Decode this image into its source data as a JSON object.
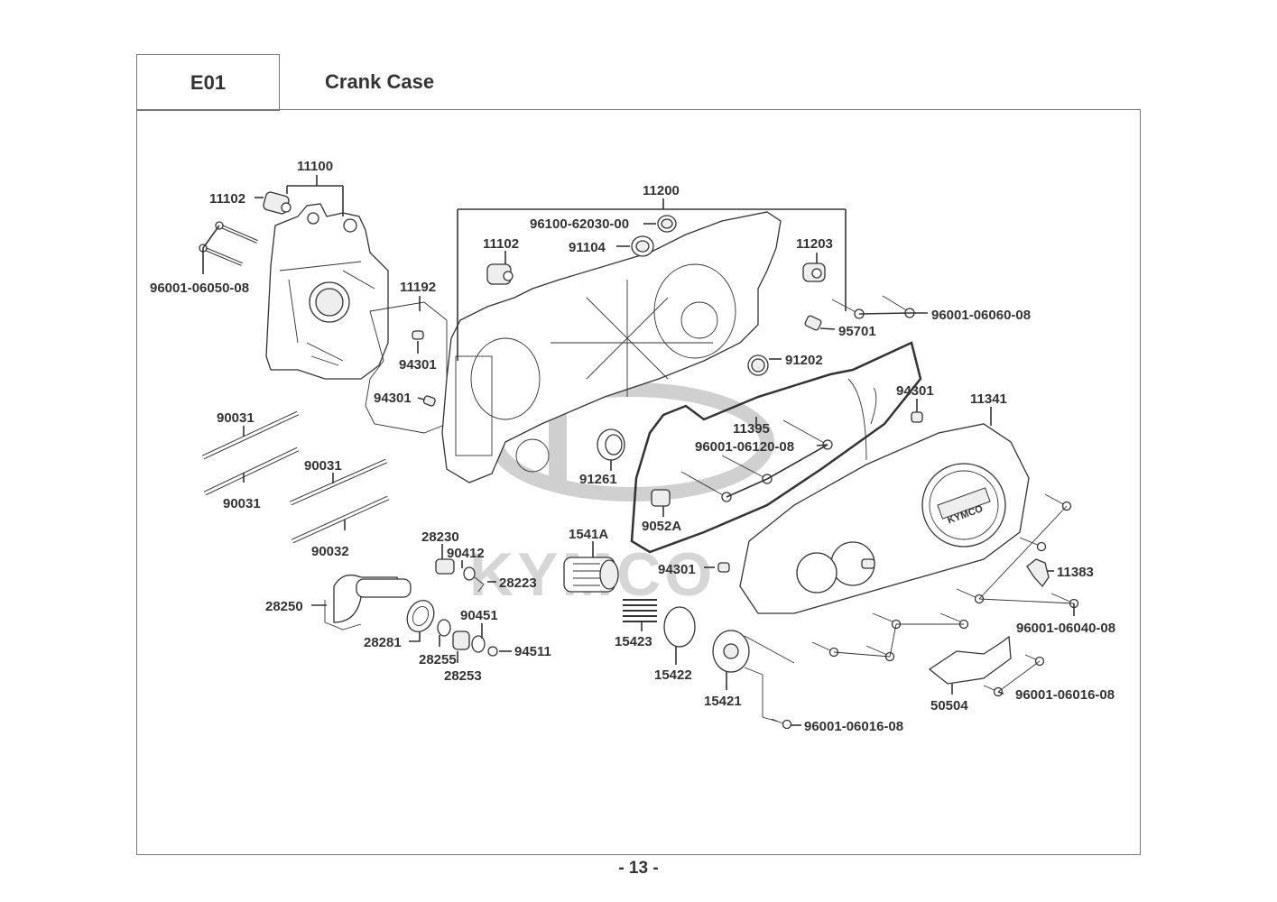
{
  "header": {
    "section_code": "E01",
    "section_title": "Crank Case"
  },
  "watermark": {
    "brand_text": "KYMCO"
  },
  "cover_logo_text": "KYMCO",
  "footer": {
    "page_number": "- 13 -"
  },
  "callouts": {
    "c11100": "11100",
    "c11102a": "11102",
    "c96001_06050": "96001-06050-08",
    "c11192": "11192",
    "c94301a": "94301",
    "c94301b": "94301",
    "c11200": "11200",
    "c96100_62030": "96100-62030-00",
    "c91104": "91104",
    "c11102b": "11102",
    "c11203": "11203",
    "c96001_06060": "96001-06060-08",
    "c95701": "95701",
    "c91202": "91202",
    "c94301c": "94301",
    "c11341": "11341",
    "c11395": "11395",
    "c96001_06120": "96001-06120-08",
    "c91261": "91261",
    "c9052A": "9052A",
    "c90031a": "90031",
    "c90031b": "90031",
    "c90031c": "90031",
    "c90032": "90032",
    "c28230": "28230",
    "c90412": "90412",
    "c28223": "28223",
    "c28250": "28250",
    "c28281": "28281",
    "c28255": "28255",
    "c28253": "28253",
    "c90451": "90451",
    "c94511": "94511",
    "c1541A": "1541A",
    "c94301d": "94301",
    "c15423": "15423",
    "c15422": "15422",
    "c15421": "15421",
    "c96001_06016a": "96001-06016-08",
    "c11383": "11383",
    "c96001_06040": "96001-06040-08",
    "c50504": "50504",
    "c96001_06016b": "96001-06016-08"
  }
}
